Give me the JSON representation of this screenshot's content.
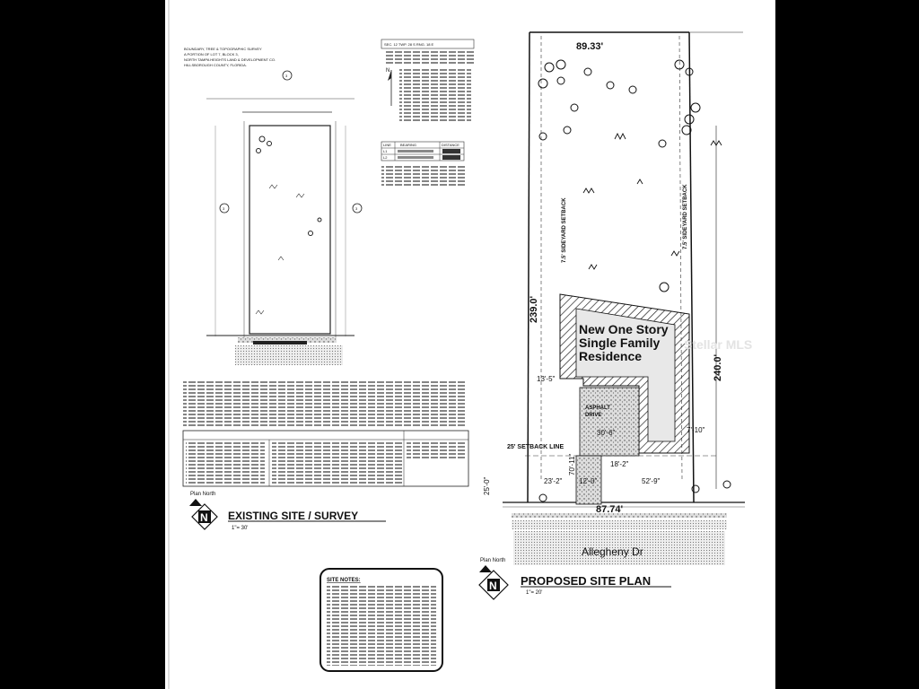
{
  "survey": {
    "title_lines": [
      "BOUNDARY, TREE & TOPOGRAPHIC SURVEY",
      "A PORTION OF LOT 7, BLOCK 3,",
      "NORTH TAMPA HEIGHTS LAND & DEVELOPMENT CO.",
      "HILLSBOROUGH COUNTY, FLORIDA."
    ],
    "section_label": "SEC. 12  TWP. 28 S  RNG. 18 E",
    "circle_number": "3",
    "legend_header": [
      "LINE",
      "BEARING",
      "DISTANCE"
    ],
    "legend_rows": [
      [
        "L1",
        "",
        ""
      ],
      [
        "L2",
        "",
        ""
      ]
    ],
    "plan_north": "Plan North",
    "north_letter": "N",
    "title": "EXISTING SITE / SURVEY",
    "scale": "1\"= 30'"
  },
  "proposed": {
    "dim_top": "89.33'",
    "dim_left": "239.0'",
    "dim_right": "240.0'",
    "dim_bottom": "87.74'",
    "setback_left": "7.5' SIDEYARD SETBACK",
    "setback_right": "7.5' SIDEYARD SETBACK",
    "setback_front": "25' SETBACK LINE",
    "dim_25": "25'-0\"",
    "dim_13_5": "13'-5\"",
    "dim_30_6": "30'-6\"",
    "dim_7_10": "7'-10\"",
    "dim_70_11": "70'-11\"",
    "dim_18_2": "18'-2\"",
    "dim_23_2": "23'-2\"",
    "dim_12_0": "12'-0\"",
    "dim_52_9": "52'-9\"",
    "house_label": [
      "New One Story",
      "Single Family",
      "Residence"
    ],
    "drive_label": [
      "ASPHALT",
      "DRIVE"
    ],
    "street": "Allegheny Dr",
    "plan_north": "Plan North",
    "north_letter": "N",
    "title": "PROPOSED SITE PLAN",
    "scale": "1\"= 20'",
    "watermark": "Stellar MLS"
  },
  "site_notes": {
    "title": "SITE NOTES:"
  }
}
